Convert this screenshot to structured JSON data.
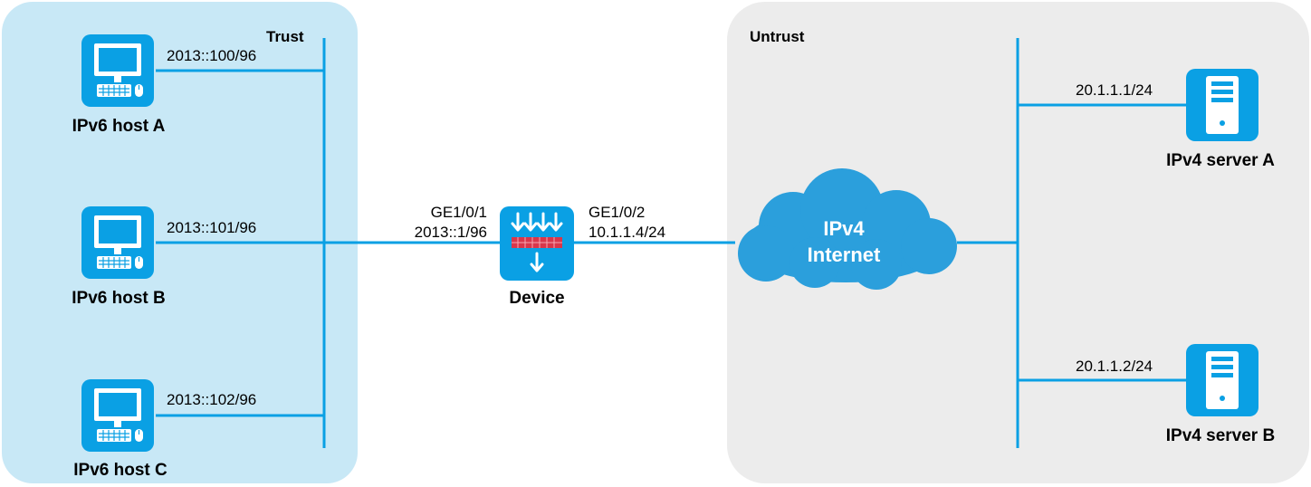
{
  "zones": {
    "trust": {
      "label": "Trust",
      "color": "#c8e8f6"
    },
    "untrust": {
      "label": "Untrust",
      "color": "#ececec"
    }
  },
  "colors": {
    "accent": "#0aa0e4",
    "cloud": "#2b9fdc",
    "device_strip": "#d9364a"
  },
  "hosts": [
    {
      "name": "IPv6 host A",
      "ip": "2013::100/96",
      "icon": "pc-icon"
    },
    {
      "name": "IPv6 host B",
      "ip": "2013::101/96",
      "icon": "pc-icon"
    },
    {
      "name": "IPv6 host C",
      "ip": "2013::102/96",
      "icon": "pc-icon"
    }
  ],
  "device": {
    "name": "Device",
    "icon": "firewall-icon",
    "left_port": "GE1/0/1",
    "left_ip": "2013::1/96",
    "right_port": "GE1/0/2",
    "right_ip": "10.1.1.4/24"
  },
  "cloud": {
    "line1": "IPv4",
    "line2": "Internet",
    "icon": "cloud-icon"
  },
  "servers": [
    {
      "name": "IPv4 server A",
      "ip": "20.1.1.1/24",
      "icon": "server-icon"
    },
    {
      "name": "IPv4 server B",
      "ip": "20.1.1.2/24",
      "icon": "server-icon"
    }
  ]
}
